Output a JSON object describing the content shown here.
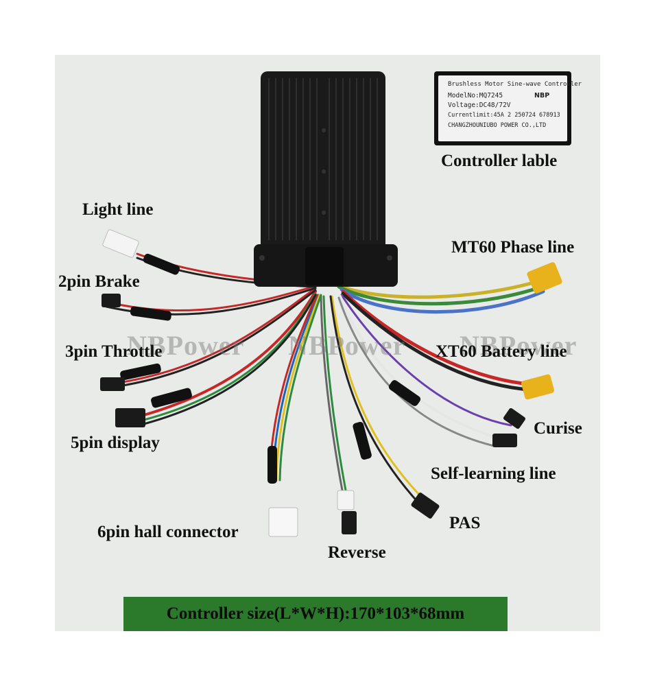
{
  "watermark": "NBPower",
  "label_card": {
    "title": "Brushless Motor Sine-wave Controller",
    "model": "ModelNo:MQ7245",
    "brand": "NBP",
    "voltage": "Voltage:DC48/72V",
    "current": "Currentlimit:45A  2  250724  678913",
    "maker": "CHANGZHOUNIUBO POWER CO.,LTD"
  },
  "labels": {
    "controller_label": "Controller lable",
    "light_line": "Light line",
    "brake": "2pin Brake",
    "throttle": "3pin Throttle",
    "display": "5pin display",
    "hall": "6pin hall connector",
    "reverse": "Reverse",
    "pas": "PAS",
    "self_learning": "Self-learning line",
    "cruise": "Curise",
    "battery": "XT60 Battery line",
    "phase": "MT60 Phase line"
  },
  "size_banner": "Controller size(L*W*H):170*103*68mm",
  "colors": {
    "background": "#e9ebe8",
    "banner": "#2b7a2b",
    "controller_body": "#1a1a1a",
    "connector_yellow": "#e8b21c"
  }
}
